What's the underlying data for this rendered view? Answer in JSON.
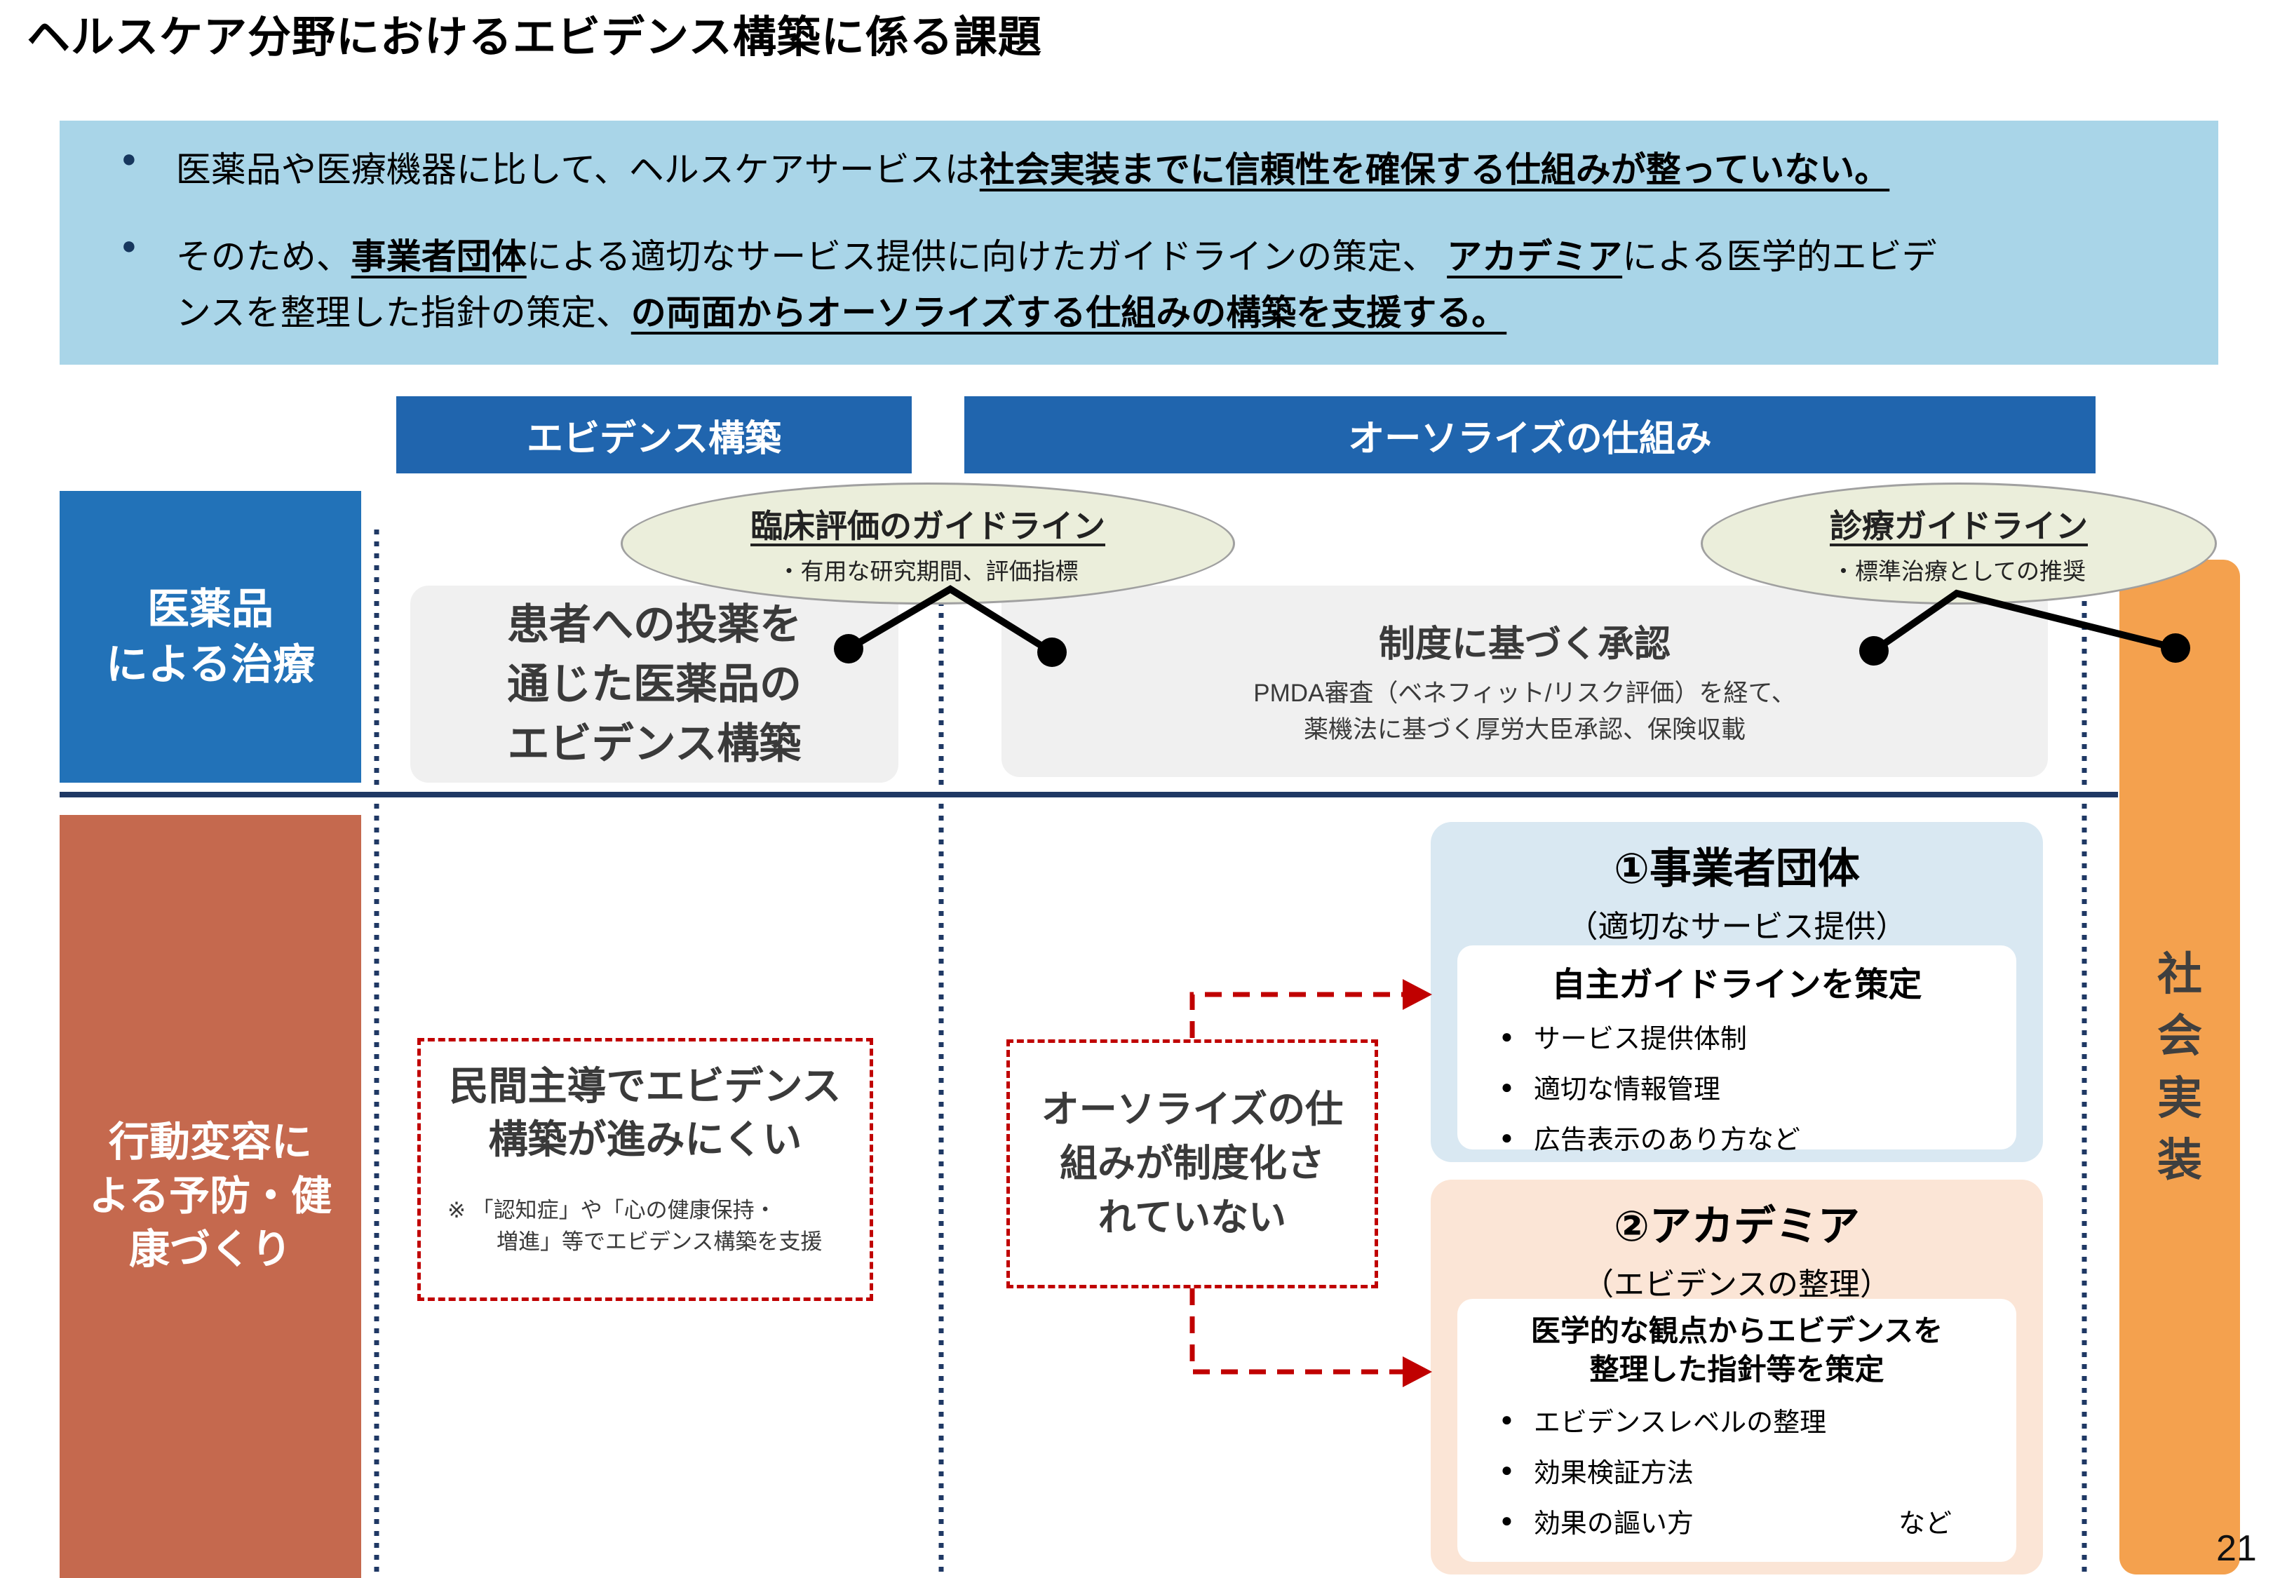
{
  "page": {
    "title": "ヘルスケア分野におけるエビデンス構築に係る課題",
    "page_number": "21"
  },
  "summary": {
    "bullet_glyph": "●",
    "bullet1_pre": "医薬品や医療機器に比して、ヘルスケアサービスは",
    "bullet1_strong": "社会実装までに信頼性を確保する仕組みが整っていない。",
    "bullet2_pre": "そのため、",
    "bullet2_strong1": "事業者団体",
    "bullet2_mid": "による適切なサービス提供に向けたガイドラインの策定、 ",
    "bullet2_strong2": "アカデミア",
    "bullet2_post": "による医学的エビデ",
    "bullet2_line2_pre": "ンスを整理した指針の策定、",
    "bullet2_line2_strong": "の両面からオーソライズする仕組みの構築を支援する。"
  },
  "columns": {
    "evidence_header": "エビデンス構築",
    "authorize_header": "オーソライズの仕組み"
  },
  "row_labels": {
    "pharma_line1": "医薬品",
    "pharma_line2": "による治療",
    "behavior_line1": "行動変容に",
    "behavior_line2": "よる予防・健",
    "behavior_line3": "康づくり"
  },
  "callouts": {
    "clinical_title": "臨床評価のガイドライン",
    "clinical_sub": "・有用な研究期間、評価指標",
    "medical_title": "診療ガイドライン",
    "medical_sub": "・標準治療としての推奨"
  },
  "pharma_row": {
    "evidence_line1": "患者への投薬を",
    "evidence_line2": "通じた医薬品の",
    "evidence_line3": "エビデンス構築",
    "approval_title": "制度に基づく承認",
    "approval_body1": "PMDA審査（ベネフィット/リスク評価）を経て、",
    "approval_body2": "薬機法に基づく厚労大臣承認、保険収載"
  },
  "behavior_row": {
    "private_line1": "民間主導でエビデンス",
    "private_line2": "構築が進みにくい",
    "private_note_line1": "※ 「認知症」や「心の健康保持・",
    "private_note_line2": "増進」等でエビデンス構築を支援",
    "not_inst_line1": "オーソライズの仕",
    "not_inst_line2": "組みが制度化さ",
    "not_inst_line3": "れていない"
  },
  "org_box": {
    "title": "①事業者団体",
    "subtitle": "（適切なサービス提供）",
    "inner_title": "自主ガイドラインを策定",
    "bullet_glyph": "●",
    "items": [
      "サービス提供体制",
      "適切な情報管理",
      "広告表示のあり方など"
    ]
  },
  "academia_box": {
    "title": "②アカデミア",
    "subtitle": "（エビデンスの整理）",
    "inner_title_line1": "医学的な観点からエビデンスを",
    "inner_title_line2": "整理した指針等を策定",
    "bullet_glyph": "●",
    "items": [
      "エビデンスレベルの整理",
      "効果検証方法",
      "効果の謳い方"
    ],
    "etc": "など"
  },
  "implementation": {
    "chars": [
      "社",
      "会",
      "実",
      "装"
    ]
  },
  "colors": {
    "header_bar": "#2065AE",
    "pharma_box": "#2272B8",
    "behavior_box": "#C5694E",
    "summary_bg": "#A9D5E8",
    "summary_bullet": "#17375E",
    "gray_box": "#F0F0F0",
    "ellipse_fill": "#EBEEDB",
    "org_box_bg": "#D9E8F2",
    "academia_box_bg": "#FBE5D6",
    "social_bar": "#F4A14E",
    "dashed_red": "#C00000",
    "navy_line": "#1F3864"
  }
}
